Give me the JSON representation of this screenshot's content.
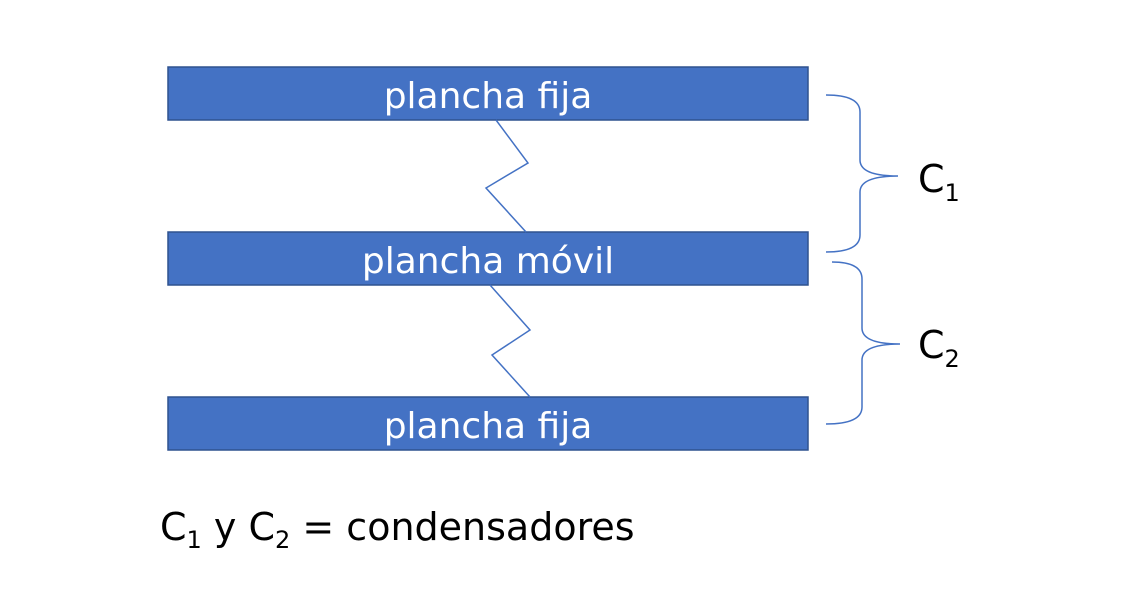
{
  "colors": {
    "plate_fill": "#4472C4",
    "plate_stroke": "#2F528F",
    "connector": "#4472C4",
    "bracket": "#4472C4",
    "text_dark": "#000000",
    "text_light": "#ffffff"
  },
  "plates": [
    {
      "label": "plancha fija"
    },
    {
      "label": "plancha móvil"
    },
    {
      "label": "plancha fija"
    }
  ],
  "capacitors": [
    {
      "letter": "C",
      "subscript": "1"
    },
    {
      "letter": "C",
      "subscript": "2"
    }
  ],
  "formula": {
    "c1_letter": "C",
    "c1_sub": "1",
    "connector": " y ",
    "c2_letter": "C",
    "c2_sub": "2",
    "rest": " = condensadores"
  }
}
